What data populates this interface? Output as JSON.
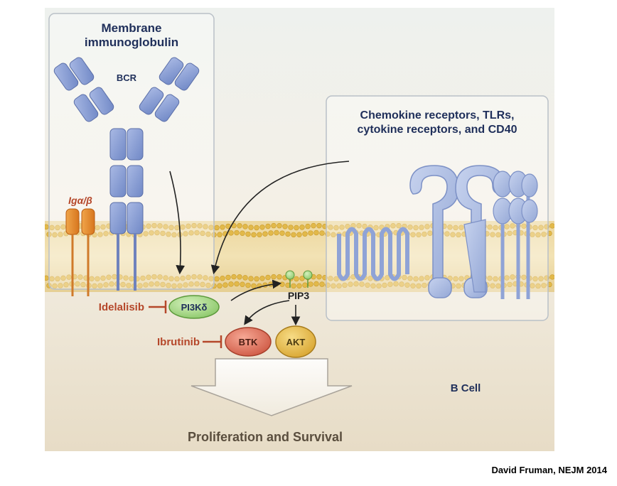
{
  "panel_membrane": {
    "title_line1": "Membrane",
    "title_line2": "immunoglobulin"
  },
  "bcr_label": "BCR",
  "ig_label": "Igα/β",
  "panel_chemokine": {
    "title_line1": "Chemokine receptors, TLRs,",
    "title_line2": "cytokine receptors, and CD40"
  },
  "nodes": {
    "pi3k": "PI3Kδ",
    "pip3": "PIP3",
    "btk": "BTK",
    "akt": "AKT"
  },
  "inhibitors": {
    "idelalisib": "Idelalisib",
    "ibrutinib": "Ibrutinib"
  },
  "outcome": "Proliferation and Survival",
  "cell_label": "B Cell",
  "credit": "David Fruman, NEJM 2014",
  "colors": {
    "receptor_blue": "#8fa3d6",
    "inhibitor_red": "#b5472a",
    "text_navy": "#1f2f5a",
    "pi3k_green": "#a8d88a",
    "btk_red": "#e0745e",
    "akt_gold": "#e9bd4d",
    "igab_orange": "#e48a2a"
  }
}
